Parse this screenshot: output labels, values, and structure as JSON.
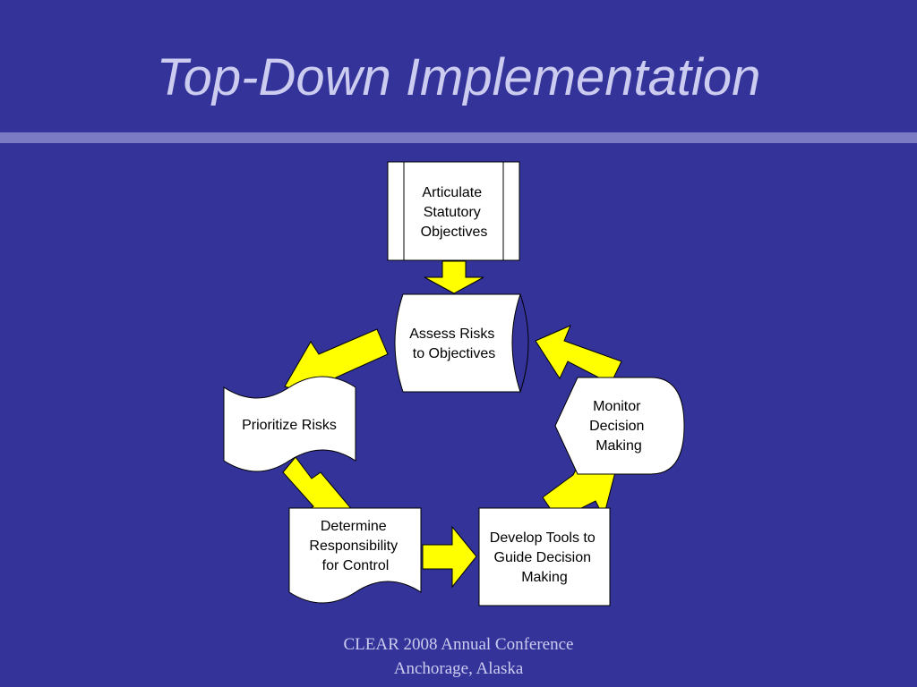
{
  "slide": {
    "title": "Top-Down Implementation",
    "footer_line1": "CLEAR 2008 Annual Conference",
    "footer_line2": "Anchorage, Alaska"
  },
  "colors": {
    "background": "#333399",
    "title_text": "#ccccf0",
    "rule": "#7b7bc4",
    "arrow_fill": "#ffff00",
    "shape_fill": "#ffffff"
  },
  "nodes": {
    "articulate": [
      "Articulate",
      "Statutory",
      "Objectives"
    ],
    "assess": [
      "Assess Risks",
      "to Objectives"
    ],
    "prioritize": [
      "Prioritize Risks"
    ],
    "determine": [
      "Determine",
      "Responsibility",
      "for Control"
    ],
    "develop": [
      "Develop Tools to",
      "Guide Decision",
      "Making"
    ],
    "monitor": [
      "Monitor",
      "Decision",
      "Making"
    ]
  }
}
